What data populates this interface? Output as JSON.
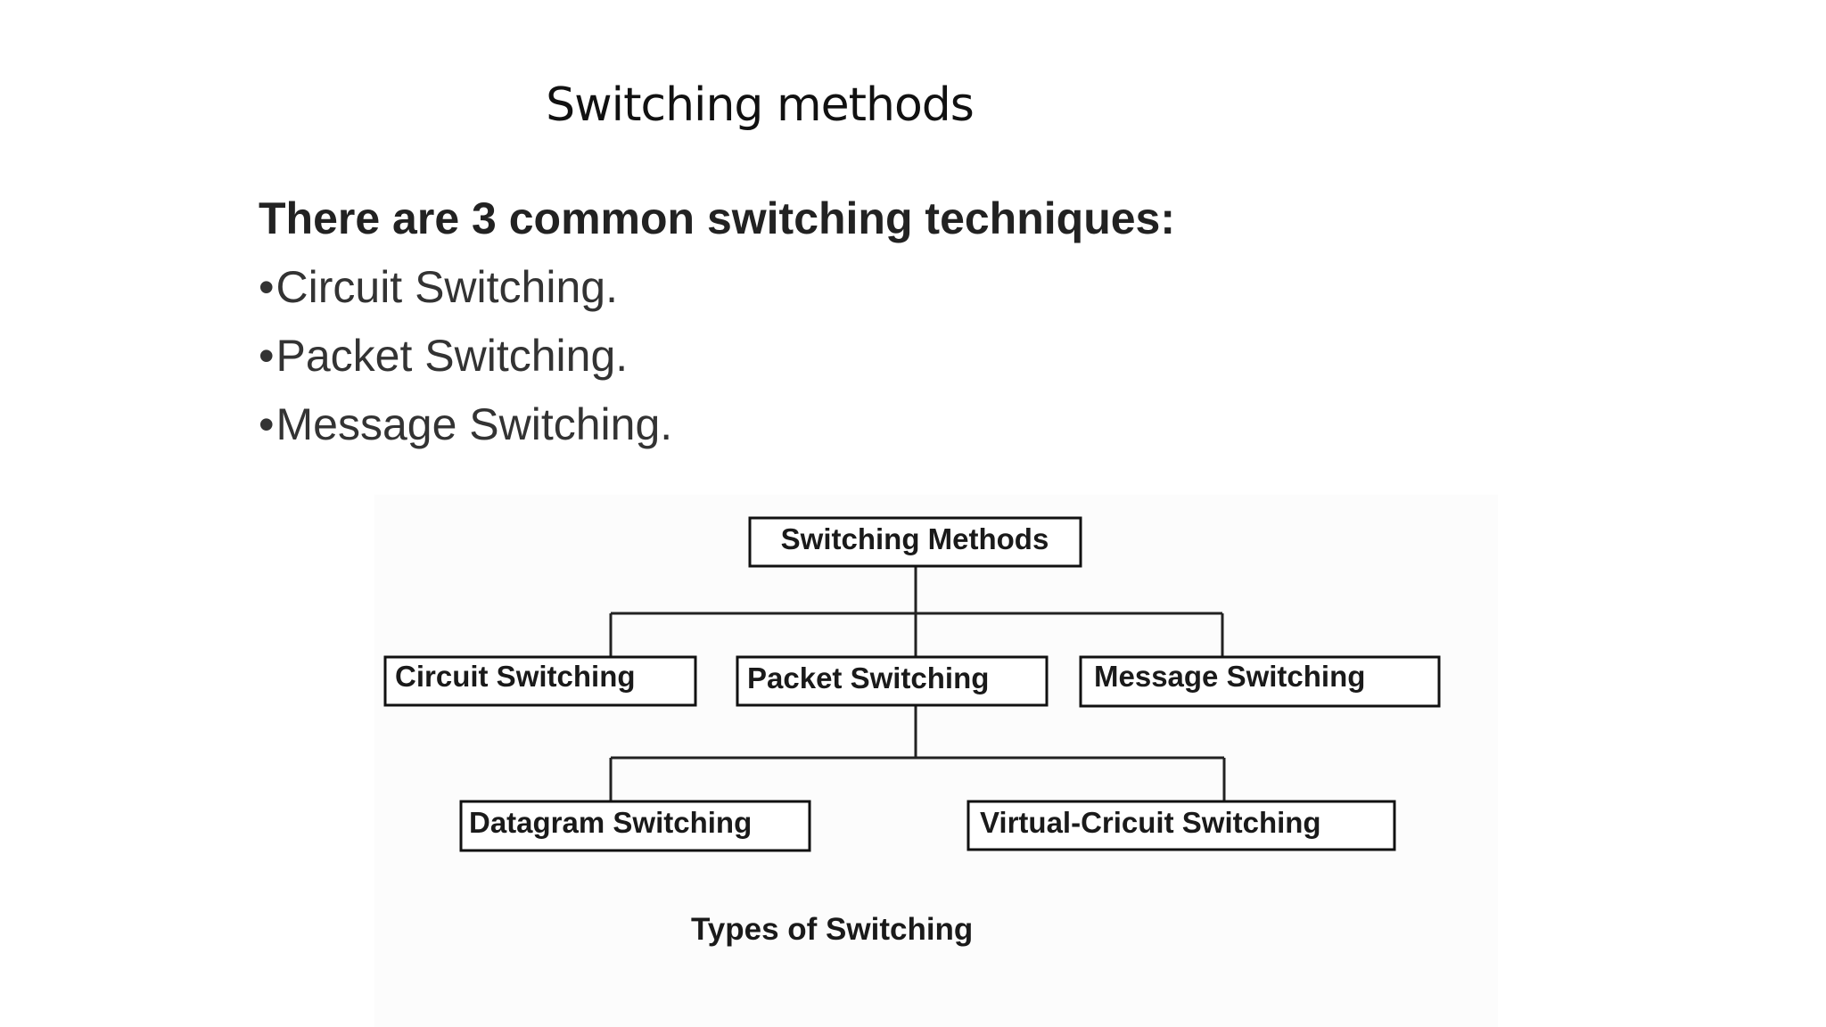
{
  "slide": {
    "title": "Switching methods",
    "intro": "There are 3 common switching techniques:",
    "bullet_char": "•",
    "bullets": [
      "Circuit Switching.",
      "Packet Switching.",
      "Message Switching."
    ]
  },
  "diagram": {
    "root": "Switching Methods",
    "level1": [
      "Circuit Switching",
      "Packet Switching",
      "Message Switching"
    ],
    "level2": [
      "Datagram Switching",
      "Virtual-Cricuit Switching"
    ],
    "caption": "Types of Switching"
  }
}
